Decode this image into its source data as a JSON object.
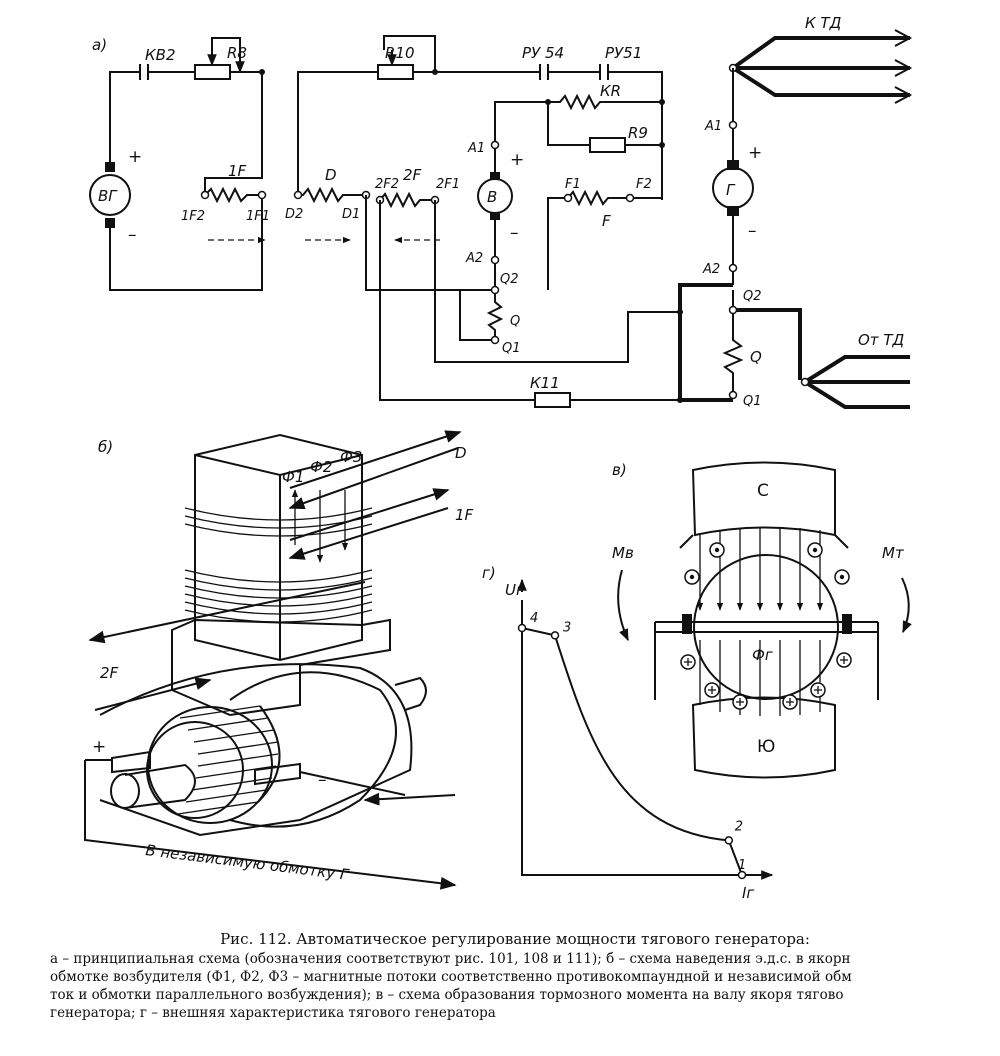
{
  "labels": {
    "a_panel": "а)",
    "b_panel": "б)",
    "v_panel": "в)",
    "g_panel": "г)",
    "kv2": "КВ2",
    "r8": "R8",
    "r10": "R10",
    "ru54": "РУ 54",
    "ru51": "РУ51",
    "k_td": "К ТД",
    "kr": "КR",
    "r9": "R9",
    "a1_exc": "А1",
    "a1_gen": "А1",
    "a2_exc": "А2",
    "a2_gen": "А2",
    "plus1": "+",
    "minus1": "–",
    "plus2": "+",
    "minus2": "–",
    "plus3": "+",
    "minus3": "–",
    "vg": "ВГ",
    "v": "В",
    "g": "Г",
    "w1f": "1F",
    "w1f2": "1F2",
    "w1f1": "1F1",
    "d": "D",
    "d2": "D2",
    "d1": "D1",
    "w2f": "2F",
    "w2f2": "2F2",
    "w2f1": "2F1",
    "f1": "F1",
    "f2": "F2",
    "f": "F",
    "q2a": "Q2",
    "qa": "Q",
    "q1a": "Q1",
    "q2b": "Q2",
    "qb": "Q",
    "q1b": "Q1",
    "ot_td": "От ТД",
    "k11": "К11",
    "b_d": "D",
    "b_1f": "1F",
    "b_2f": "2F",
    "phi1": "Ф1",
    "phi2": "Ф2",
    "phi3": "Ф3",
    "b_plus": "+",
    "b_minus": "–",
    "b_note": "В независимую обмотку Г",
    "pole_n": "С",
    "pole_s": "Ю",
    "mv": "Мв",
    "mt": "Мт",
    "phig": "Фг",
    "ug": "Uг",
    "ig": "Iг",
    "pt1": "1",
    "pt2": "2",
    "pt3": "3",
    "pt4": "4"
  },
  "caption": {
    "title": "Рис. 112. Автоматическое регулирование мощности тягового генератора:",
    "line1": "а – принципиальная схема (обозначения соответствуют рис. 101, 108 и 111); б – схема наведения э.д.с. в якорн",
    "line2": "обмотке возбудителя (Ф1, Ф2, Ф3 – магнитные потоки соответственно противокомпаундной и независимой обм",
    "line3": "ток и обмотки параллельного возбуждения); в – схема образования тормозного момента на валу якоря тягово",
    "line4": "генератора; г – внешняя характеристика тягового генератора"
  },
  "chart_data": {
    "type": "line",
    "title": "",
    "xlabel": "Iг",
    "ylabel": "Uг",
    "points": [
      {
        "label": "4",
        "x": 0.0,
        "y": 1.0
      },
      {
        "label": "3",
        "x": 0.15,
        "y": 0.97
      },
      {
        "label": "2",
        "x": 0.94,
        "y": 0.14
      },
      {
        "label": "1",
        "x": 1.0,
        "y": 0.0
      }
    ]
  },
  "colors": {
    "ink": "#111111",
    "paper": "#ffffff"
  }
}
